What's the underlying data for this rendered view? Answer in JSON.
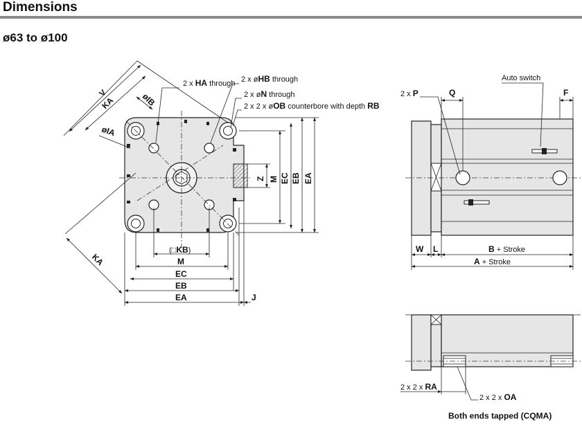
{
  "header": {
    "title": "Dimensions"
  },
  "subtitle": "ø63 to ø100",
  "front_view": {
    "callouts": {
      "ha": {
        "prefix": "2 x ",
        "code": "HA",
        "suffix": " through"
      },
      "hb": {
        "prefix": "2 x ø",
        "code": "HB",
        "suffix": " through"
      },
      "n": {
        "prefix": "2 x ø",
        "code": "N",
        "suffix": " through"
      },
      "ob": {
        "prefix": "2 x 2 x ø",
        "code": "OB",
        "mid": " counterbore with depth ",
        "code2": "RB"
      }
    },
    "labels": {
      "v": "V",
      "ka_top": "KA",
      "ib": "øIB",
      "ia": "øIA",
      "ka_bottom": "KA",
      "z": "Z",
      "m_vertical": "M",
      "ec_vertical": "EC",
      "eb_vertical": "EB",
      "ea_vertical": "EA",
      "kb_open": "(",
      "kb_code": "KB",
      "kb_close": ")",
      "m": "M",
      "ec": "EC",
      "eb": "EB",
      "ea": "EA",
      "j": "J"
    }
  },
  "side_view": {
    "labels": {
      "p_prefix": "2 x ",
      "p_code": "P",
      "q": "Q",
      "auto_switch": "Auto switch",
      "f": "F",
      "w": "W",
      "l": "L",
      "b_code": "B",
      "b_suffix": " + Stroke",
      "a_code": "A",
      "a_suffix": " + Stroke"
    }
  },
  "bottom_view": {
    "labels": {
      "ra_prefix": "2 x 2 x ",
      "ra_code": "RA",
      "oa_prefix": "2 x 2 x ",
      "oa_code": "OA",
      "caption": "Both ends tapped (CQMA)"
    }
  }
}
